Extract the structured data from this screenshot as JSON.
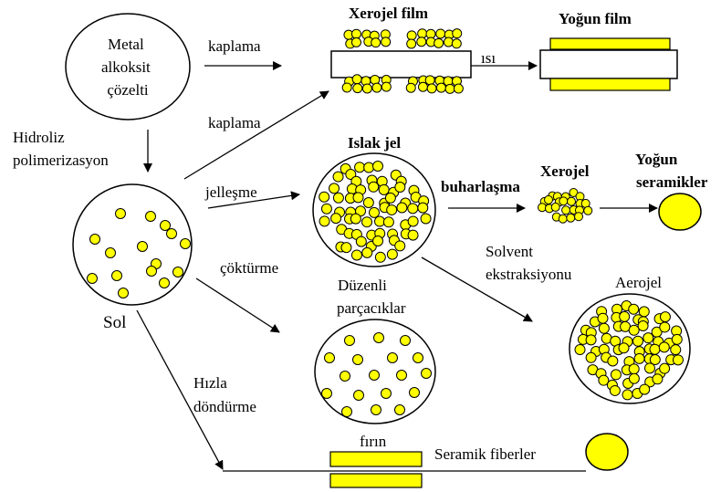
{
  "colors": {
    "particle_fill": "#ffff00",
    "particle_stroke": "#000000",
    "line": "#000000",
    "background": "#ffffff"
  },
  "nodes": {
    "metal_alkoxide": [
      "Metal",
      "alkoksit",
      "çözelti"
    ],
    "sol": "Sol",
    "xerogel_film": "Xerojel film",
    "dense_film": "Yoğun film",
    "wet_gel": "Islak jel",
    "xerogel": "Xerojel",
    "dense_ceramics": [
      "Yoğun",
      "seramikler"
    ],
    "aerogel": "Aerojel",
    "uniform_particles": [
      "Düzenli",
      "parçacıklar"
    ],
    "furnace": "fırın",
    "ceramic_fibers": "Seramik  fiberler"
  },
  "edges": {
    "coating_top": "kaplama",
    "heat": "ısı",
    "coating_diag": "kaplama",
    "hydrolysis": [
      "Hidroliz",
      "polimerizasyon"
    ],
    "gelation": "jelleşme",
    "evaporation": "buharlaşma",
    "solvent_extraction": [
      "Solvent",
      "ekstraksiyonu"
    ],
    "precipitation": "çöktürme",
    "spinning": [
      "Hızla",
      "döndürme"
    ]
  }
}
